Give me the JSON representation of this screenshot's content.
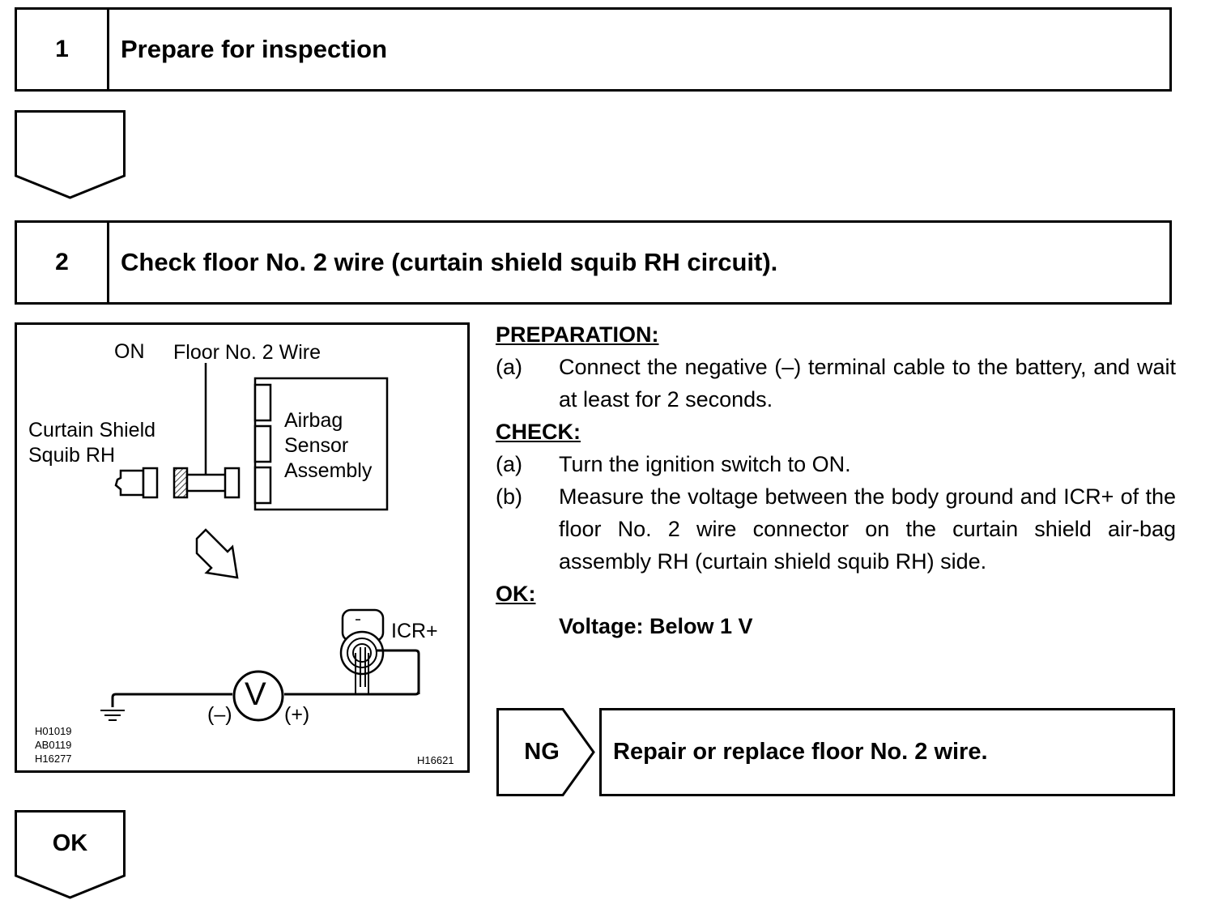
{
  "steps": [
    {
      "number": "1",
      "title": "Prepare for inspection"
    },
    {
      "number": "2",
      "title": "Check floor No. 2 wire (curtain shield squib RH circuit)."
    }
  ],
  "diagram": {
    "label_on": "ON",
    "label_wire": "Floor No. 2 Wire",
    "label_squib": [
      "Curtain Shield",
      "Squib RH"
    ],
    "label_sensor": [
      "Airbag",
      "Sensor",
      "Assembly"
    ],
    "label_icr": "ICR+",
    "meter_symbol": "V",
    "label_neg": "(–)",
    "label_pos": "(+)",
    "codes_left": [
      "H01019",
      "AB0119",
      "H16277"
    ],
    "code_right": "H16621"
  },
  "procedure": {
    "preparation_heading": "PREPARATION:",
    "preparation": [
      {
        "label": "(a)",
        "text": "Connect the negative (–) terminal cable to the battery, and wait at least for 2 seconds."
      }
    ],
    "check_heading": "CHECK:",
    "check": [
      {
        "label": "(a)",
        "text": "Turn the ignition switch to ON."
      },
      {
        "label": "(b)",
        "text": "Measure the voltage between the body ground and ICR+ of the floor No. 2 wire connector on the curtain shield air-bag assembly RH (curtain shield squib RH) side."
      }
    ],
    "ok_heading": "OK:",
    "ok_spec": "Voltage: Below 1 V"
  },
  "ng_branch": {
    "label": "NG",
    "action": "Repair or replace floor No. 2 wire."
  },
  "ok_branch": {
    "label": "OK"
  }
}
